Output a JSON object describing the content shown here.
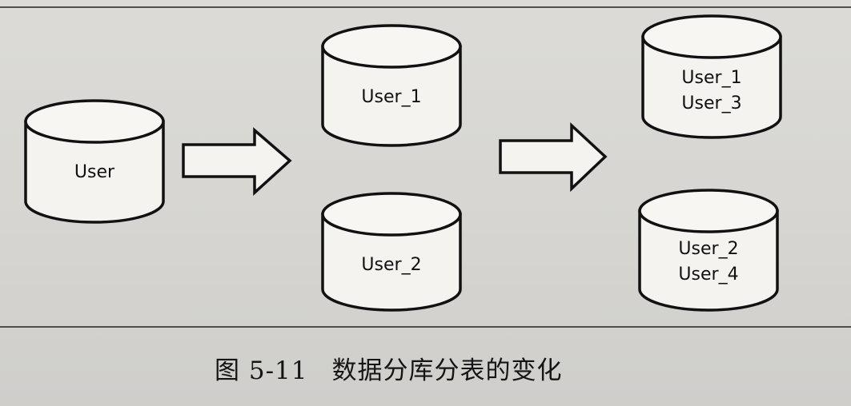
{
  "diagram": {
    "nodes": [
      {
        "id": "user",
        "lines": [
          "User"
        ]
      },
      {
        "id": "user_1",
        "lines": [
          "User_1"
        ]
      },
      {
        "id": "user_2",
        "lines": [
          "User_2"
        ]
      },
      {
        "id": "user_1_3",
        "lines": [
          "User_1",
          "User_3"
        ]
      },
      {
        "id": "user_2_4",
        "lines": [
          "User_2",
          "User_4"
        ]
      }
    ]
  },
  "caption": {
    "number": "图 5-11",
    "text": "数据分库分表的变化"
  }
}
